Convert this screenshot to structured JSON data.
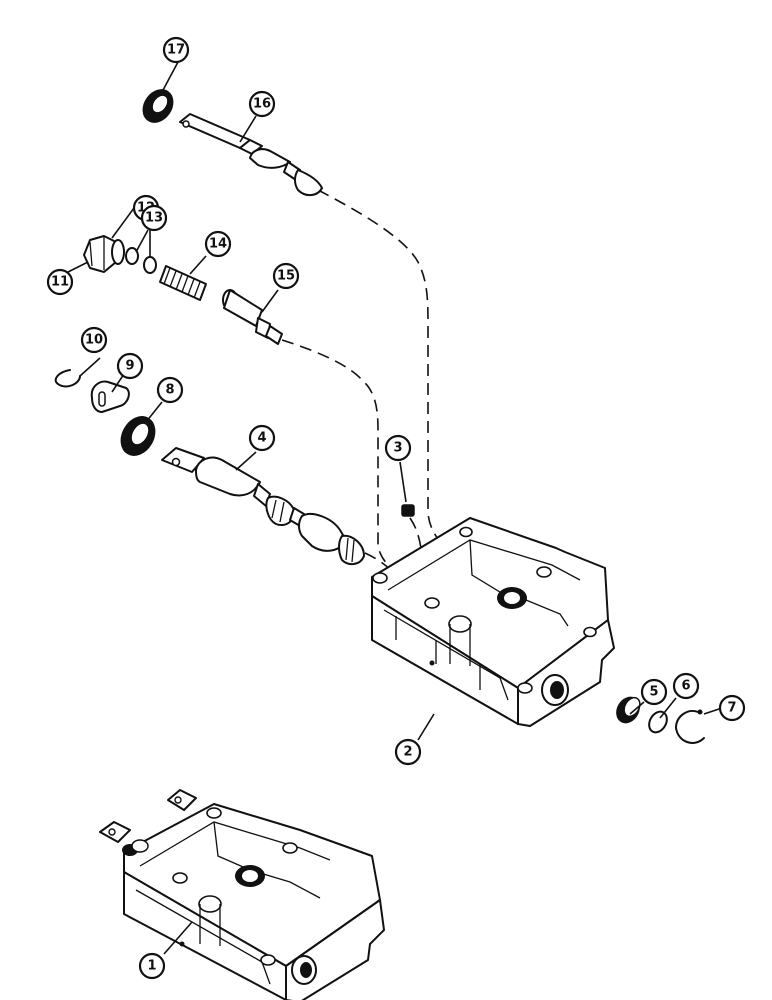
{
  "diagram": {
    "callouts": [
      {
        "id": "c1",
        "label": "1"
      },
      {
        "id": "c2",
        "label": "2"
      },
      {
        "id": "c3",
        "label": "3"
      },
      {
        "id": "c4",
        "label": "4"
      },
      {
        "id": "c5",
        "label": "5"
      },
      {
        "id": "c6",
        "label": "6"
      },
      {
        "id": "c7",
        "label": "7"
      },
      {
        "id": "c8",
        "label": "8"
      },
      {
        "id": "c9",
        "label": "9"
      },
      {
        "id": "c10",
        "label": "10"
      },
      {
        "id": "c11",
        "label": "11"
      },
      {
        "id": "c12",
        "label": "12"
      },
      {
        "id": "c13",
        "label": "13"
      },
      {
        "id": "c14",
        "label": "14"
      },
      {
        "id": "c15",
        "label": "15"
      },
      {
        "id": "c16",
        "label": "16"
      },
      {
        "id": "c17",
        "label": "17"
      }
    ],
    "colors": {
      "ink": "#111111",
      "paper": "#ffffff"
    }
  }
}
